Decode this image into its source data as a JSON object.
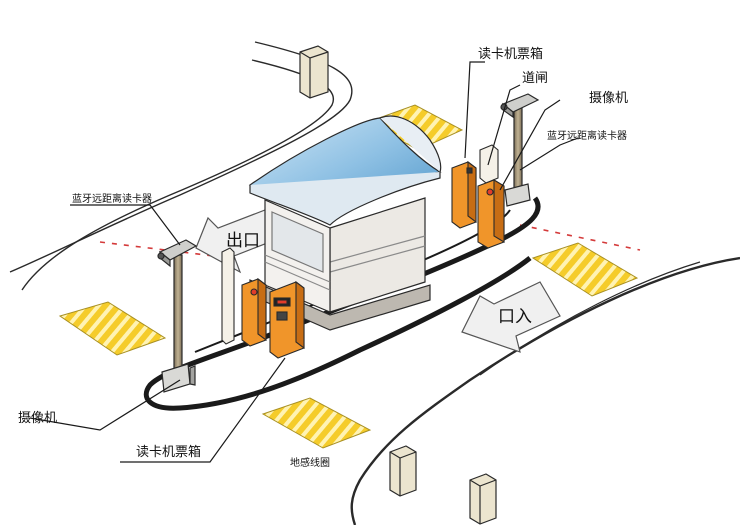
{
  "labels": {
    "card_reader_top": "读卡机票箱",
    "barrier_gate": "道闸",
    "camera_right": "摄像机",
    "bluetooth_right": "蓝牙远距离读卡器",
    "bluetooth_left": "蓝牙远距离读卡器",
    "exit_sign": "出口",
    "entry_sign": "口入",
    "camera_left": "摄像机",
    "card_reader_bottom": "读卡机票箱",
    "loop_detector": "地感线圈"
  },
  "colors": {
    "stripe_yellow": "#f5cc2a",
    "box_orange": "#f0952a",
    "roof_blue": "#8fc1e4",
    "booth_wall": "#ece9e4",
    "outline": "#2a2a2a",
    "red_dash": "#d43a3a"
  },
  "icons": [
    "camera-icon",
    "barrier-gate-icon",
    "ticket-box-icon",
    "booth-icon",
    "arrow-icon",
    "bollard-icon"
  ]
}
